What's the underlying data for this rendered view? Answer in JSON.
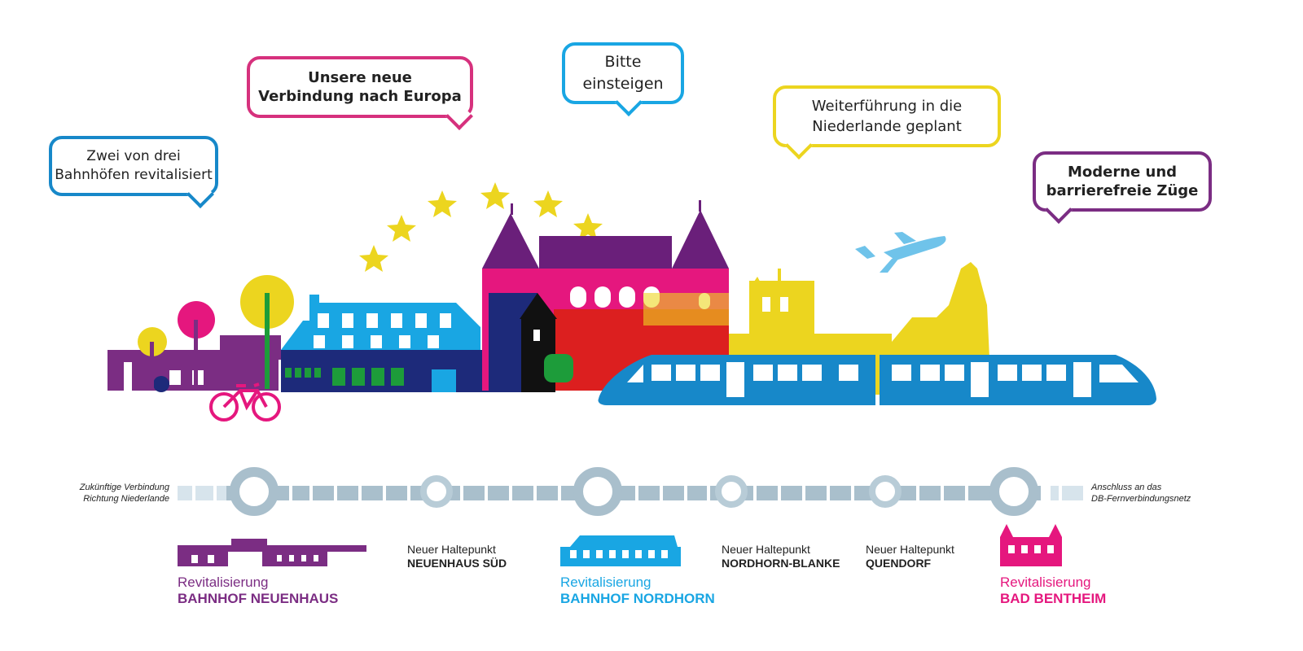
{
  "colors": {
    "blue": "#1788c9",
    "cyan": "#19a6e3",
    "magenta": "#e5177e",
    "purple": "#7b2d83",
    "yellow": "#ecd51f",
    "navy": "#1d2a7a",
    "red": "#dc1f1f",
    "track": "#a9bfcc",
    "track_light": "#d7e4ec"
  },
  "bubbles": [
    {
      "name": "bubble-zwei-von-drei",
      "text": "Zwei von drei\nBahnhöfen revitalisiert",
      "color": "#1788c9",
      "bold": false
    },
    {
      "name": "bubble-neue-verbindung",
      "text": "Unsere neue\nVerbindung nach Europa",
      "color": "#d6317d",
      "bold": true
    },
    {
      "name": "bubble-bitte-einsteigen",
      "text": "Bitte\neinsteigen",
      "color": "#19a6e3",
      "bold": false
    },
    {
      "name": "bubble-weiterfuehrung",
      "text": "Weiterführung in die\nNiederlande geplant",
      "color": "#ecd51f",
      "bold": false
    },
    {
      "name": "bubble-moderne-zuege",
      "text": "Moderne und\nbarrierefreie Züge",
      "color": "#7b2d83",
      "bold": true
    }
  ],
  "route": {
    "left_note": "Zukünftige Verbindung\nRichtung Niederlande",
    "right_note": "Anschluss an das\nDB-Fernverbindungsnetz"
  },
  "stops": [
    {
      "name": "stop-neuenhaus-sued",
      "line1": "Neuer Haltepunkt",
      "line2": "NEUENHAUS SÜD"
    },
    {
      "name": "stop-nordhorn-blanke",
      "line1": "Neuer Haltepunkt",
      "line2": "NORDHORN-BLANKE"
    },
    {
      "name": "stop-quendorf",
      "line1": "Neuer Haltepunkt",
      "line2": "QUENDORF"
    }
  ],
  "stations": [
    {
      "name": "station-neuenhaus",
      "line1": "Revitalisierung",
      "line2": "BAHNHOF NEUENHAUS",
      "color": "#7b2d83"
    },
    {
      "name": "station-nordhorn",
      "line1": "Revitalisierung",
      "line2": "BAHNHOF NORDHORN",
      "color": "#19a6e3"
    },
    {
      "name": "station-bad-bentheim",
      "line1": "Revitalisierung",
      "line2": "BAD BENTHEIM",
      "color": "#e5177e"
    }
  ]
}
